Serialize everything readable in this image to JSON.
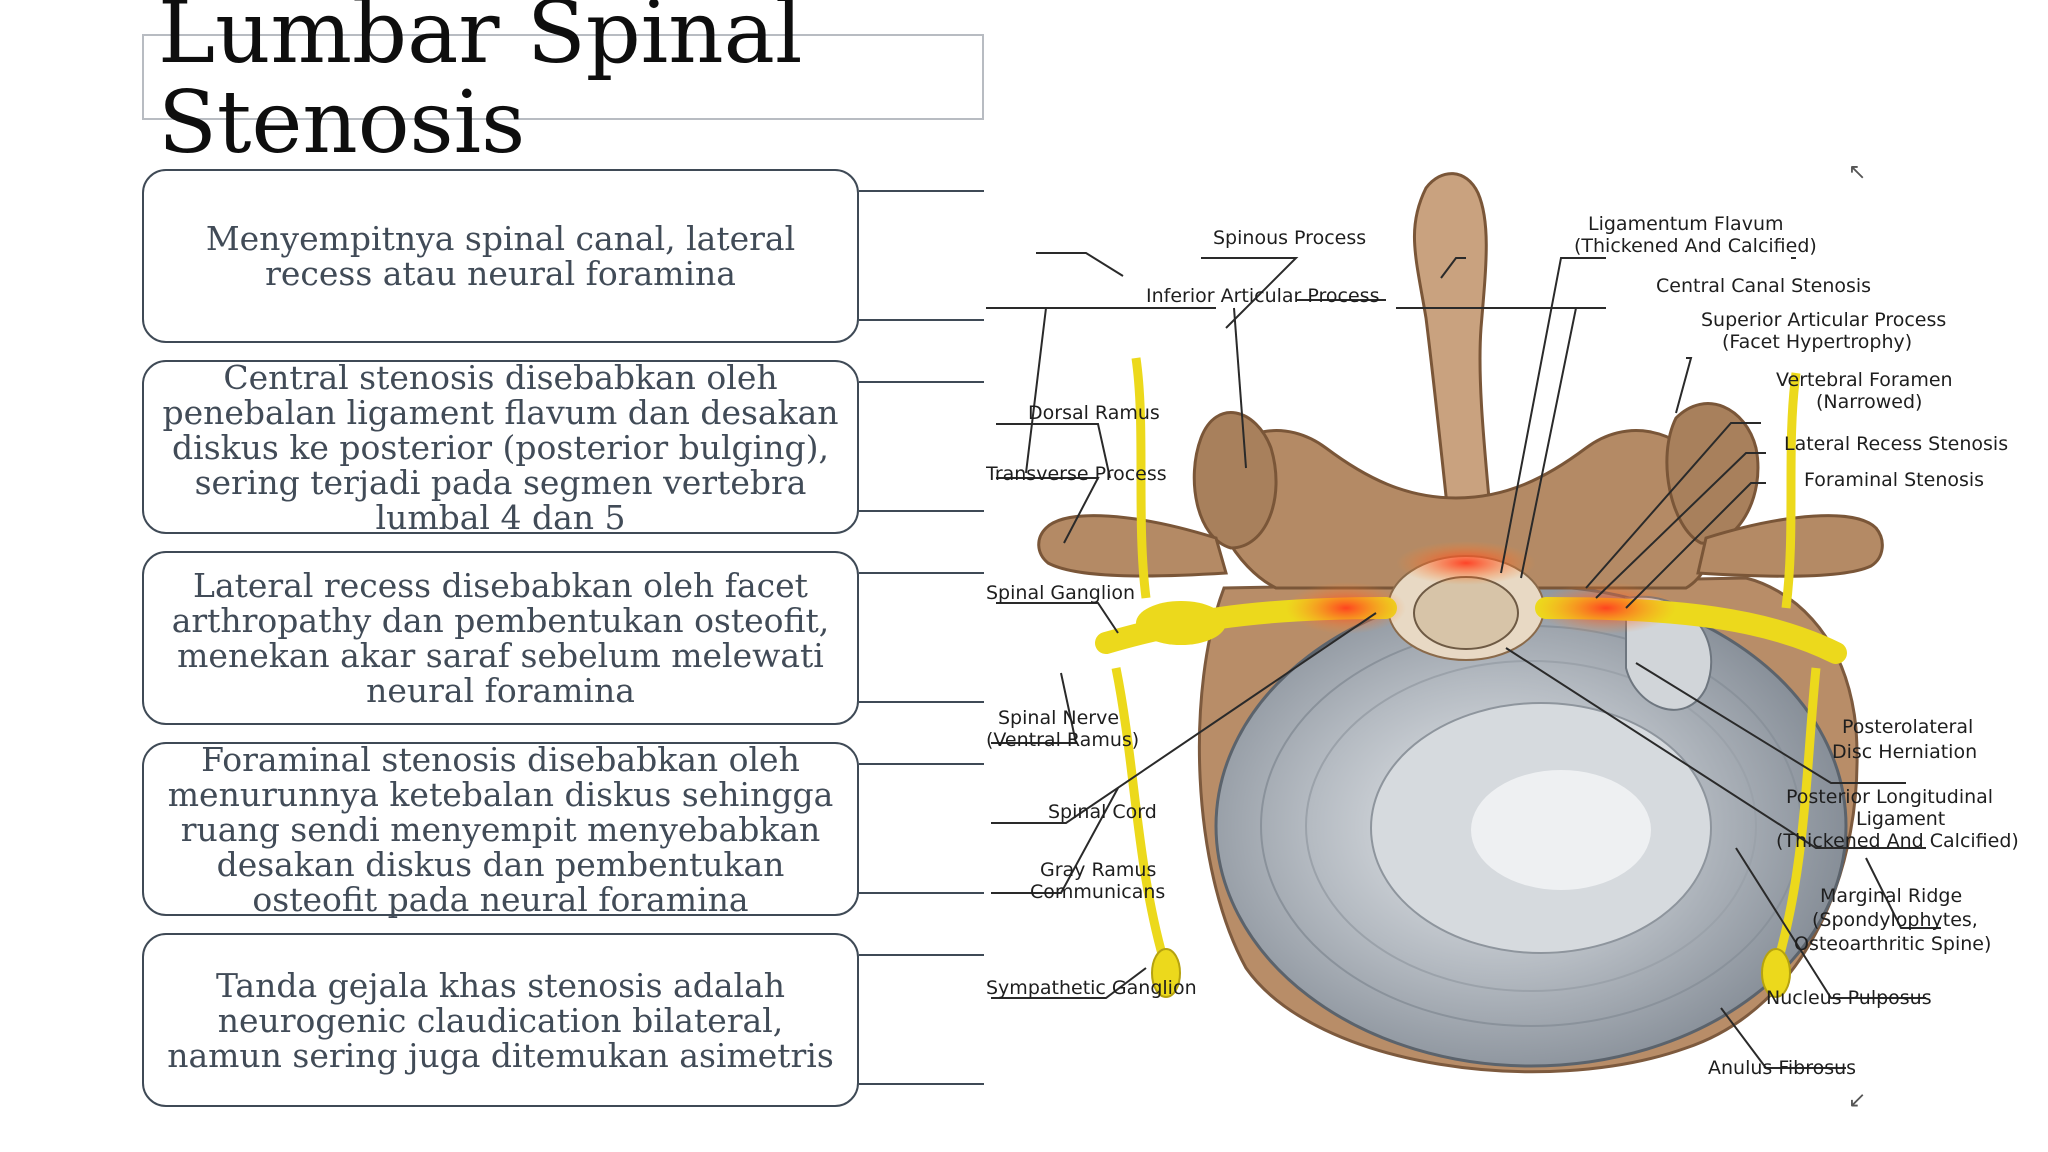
{
  "slide": {
    "title": "Lumbar Spinal Stenosis",
    "points": [
      "Menyempitnya spinal canal, lateral recess atau neural foramina",
      "Central stenosis disebabkan oleh penebalan ligament flavum dan desakan diskus ke posterior (posterior bulging), sering terjadi pada segmen vertebra lumbal 4 dan 5",
      "Lateral recess disebabkan oleh facet arthropathy dan pembentukan osteofit, menekan akar saraf sebelum melewati neural foramina",
      "Foraminal stenosis disebabkan oleh menurunnya ketebalan diskus sehingga ruang sendi menyempit menyebabkan desakan diskus dan pembentukan osteofit pada neural foramina",
      "Tanda gejala khas stenosis adalah neurogenic claudication bilateral, namun sering juga ditemukan asimetris"
    ]
  },
  "figure": {
    "labels": {
      "spinous_process": "Spinous Process",
      "inferior_articular": "Inferior Articular Process",
      "dorsal_ramus": "Dorsal Ramus",
      "transverse_process": "Transverse Process",
      "spinal_ganglion": "Spinal Ganglion",
      "spinal_nerve_1": "Spinal Nerve",
      "spinal_nerve_2": "(Ventral Ramus)",
      "spinal_cord": "Spinal Cord",
      "gray_ramus_1": "Gray Ramus",
      "gray_ramus_2": "Communicans",
      "sympathetic_ganglion": "Sympathetic Ganglion",
      "lig_flavum_1": "Ligamentum Flavum",
      "lig_flavum_2": "(Thickened And Calcified)",
      "central_canal": "Central Canal Stenosis",
      "superior_articular_1": "Superior Articular Process",
      "superior_articular_2": "(Facet Hypertrophy)",
      "vertebral_foramen_1": "Vertebral Foramen",
      "vertebral_foramen_2": "(Narrowed)",
      "lateral_recess": "Lateral Recess Stenosis",
      "foraminal_stenosis": "Foraminal Stenosis",
      "posterolateral_1": "Posterolateral",
      "posterolateral_2": "Disc Herniation",
      "pll_1": "Posterior Longitudinal",
      "pll_2": "Ligament",
      "pll_3": "(Thickened And Calcified)",
      "marginal_1": "Marginal Ridge",
      "marginal_2": "(Spondylophytes,",
      "marginal_3": "Osteoarthritic Spine)",
      "nucleus": "Nucleus Pulposus",
      "anulus": "Anulus Fibrosus"
    }
  }
}
